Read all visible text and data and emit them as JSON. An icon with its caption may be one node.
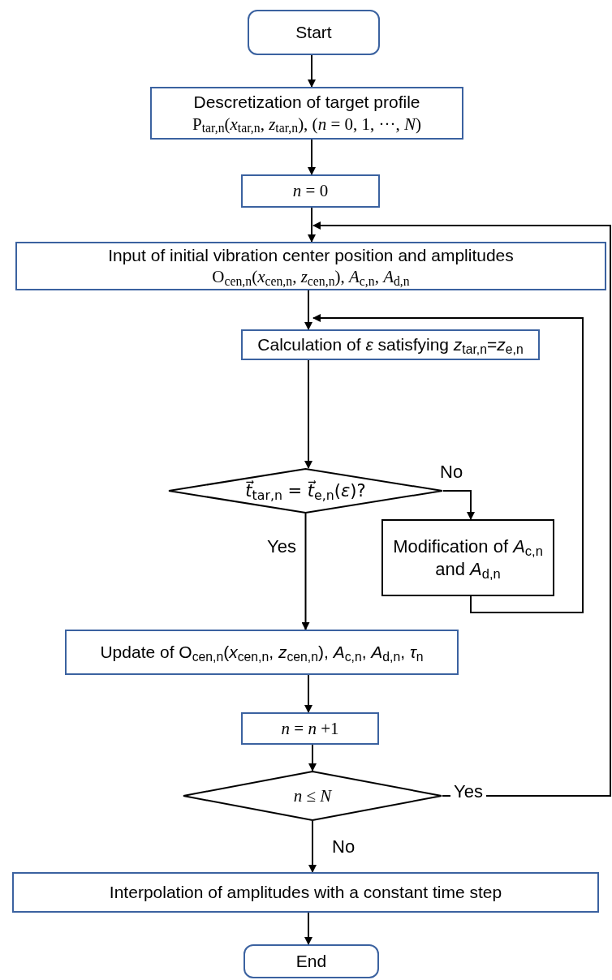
{
  "diagram": {
    "nodes": [
      {
        "text": [
          "Start"
        ]
      },
      {
        "text": [
          "Descretization of target profile",
          "P$_{tar,n}$(*x*$_{tar,n}$, *z*$_{tar,n}$),  (*n* = 0, 1, ···, *N*)"
        ]
      },
      {
        "text": [
          "*n* = 0"
        ]
      },
      {
        "text": [
          "Input of initial vibration center position and amplitudes",
          "O$_{cen,n}$(*x*$_{cen,n}$, *z*$_{cen,n}$),  *A*$_{c,n}$,  *A*$_{d,n}$"
        ]
      },
      {
        "text": [
          "Calculation of *ε* satisfying *z*$_{tar,n}$=*z*$_{e,n}$"
        ]
      },
      {
        "text": [
          "*t⃗*$_{tar,n}$ = *t⃗*$_{e,n}$(*ε*)?"
        ]
      },
      {
        "text": [
          "Modification of *A*$_{c,n}$ and *A*$_{d,n}$"
        ]
      },
      {
        "text": [
          "Update of O$_{cen,n}$(*x*$_{cen,n}$, *z*$_{cen,n}$),  *A*$_{c,n}$,  *A*$_{d,n}$, *τ*$_{n}$"
        ]
      },
      {
        "text": [
          "*n* = *n* +1"
        ]
      },
      {
        "text": [
          "*n* ≤ *N*"
        ]
      },
      {
        "text": [
          "Interpolation of amplitudes with a constant time step"
        ]
      },
      {
        "text": [
          "End"
        ]
      }
    ],
    "edges": [
      {
        "from": 0,
        "to": 1,
        "arrow": "to"
      },
      {
        "from": 1,
        "to": 2,
        "arrow": "to"
      },
      {
        "from": 2,
        "to": 3,
        "arrow": "to"
      },
      {
        "from": 3,
        "to": 4,
        "arrow": "to"
      },
      {
        "from": 4,
        "to": 5,
        "arrow": "to"
      },
      {
        "from": 5,
        "to": 7,
        "arrow": "to",
        "label": "Yes"
      },
      {
        "from": 5,
        "to": 6,
        "arrow": "to",
        "label": "No"
      },
      {
        "from": 6,
        "to": 4,
        "arrow": "to"
      },
      {
        "from": 7,
        "to": 8,
        "arrow": "to"
      },
      {
        "from": 8,
        "to": 9,
        "arrow": "to"
      },
      {
        "from": 9,
        "to": 3,
        "arrow": "to",
        "label": "Yes"
      },
      {
        "from": 9,
        "to": 10,
        "arrow": "to",
        "label": "No"
      },
      {
        "from": 10,
        "to": 11,
        "arrow": "to"
      }
    ]
  }
}
